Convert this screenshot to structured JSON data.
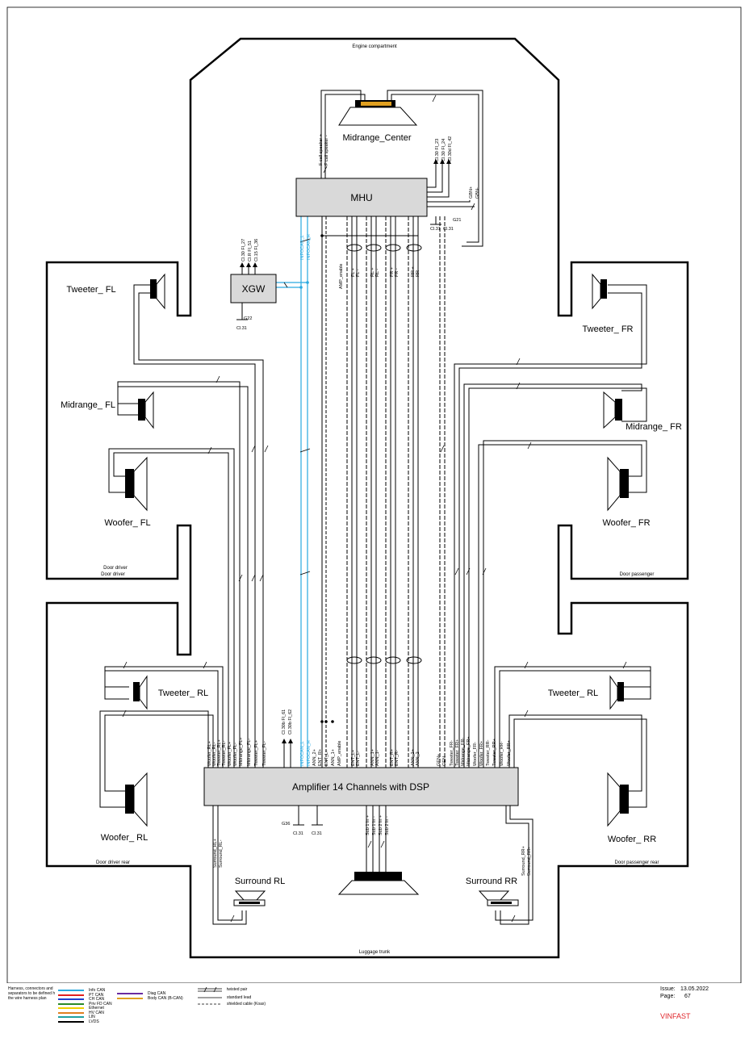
{
  "zones": {
    "engine": "Engine compartment",
    "trunk": "Luggage trunk",
    "door_driver": "Door driver",
    "door_driver_2": "Door driver",
    "door_passenger": "Door passenger",
    "door_driver_rear": "Door driver rear",
    "door_passenger_rear": "Door passenger rear"
  },
  "components": {
    "mhu": "MHU",
    "xgw": "XGW",
    "amplifier": "Amplifier 14 Channels with DSP",
    "midrange_center": "Midrange_Center",
    "tweeter_fl": "Tweeter_ FL",
    "midrange_fl": "Midrange_ FL",
    "woofer_fl": "Woofer_ FL",
    "tweeter_fr": "Tweeter_ FR",
    "midrange_fr": "Midrange_ FR",
    "woofer_fr": "Woofer_ FR",
    "tweeter_rl": "Tweeter_ RL",
    "woofer_rl": "Woofer_ RL",
    "tweeter_rr": "Tweeter_ RL",
    "woofer_rr": "Woofer_ RR",
    "surround_rl": "Surround RL",
    "surround_rr": "Surround RR"
  },
  "signals": {
    "fcall_pos": "F call speaker +",
    "fcall_neg": "F call speaker -",
    "mhu_power_1": "Cl.30 Fl_23",
    "mhu_power_2": "Cl.30 Fl_24",
    "mhu_power_3": "Cl.30d Fl_42",
    "gbn_pos": "GBN+",
    "gbn_neg": "GBN-",
    "g21": "G21",
    "cl31_a": "Cl.31",
    "cl31_b": "Cl.31",
    "xgw_p1": "Cl.30 Fl_27",
    "xgw_p2": "Cl.R Fl_51",
    "xgw_p3": "Cl.15 Fl_36",
    "g22": "G22",
    "cl31_xgw": "Cl.31",
    "infocan_l": "INFOCAN_L",
    "infocan_h": "INFOCAN_H",
    "amp_enable": "AMP_enable",
    "fl_pos": "FL +",
    "fl_neg": "FL -",
    "rl_pos": "RL +",
    "rl_neg": "RL -",
    "fr_pos": "FR +",
    "fr_neg": "FR -",
    "rr_pos": "RR +",
    "rr_neg": "RR -",
    "amp_p1": "Cl.30b Fl_61",
    "amp_p2": "Cl.30b Fl_62",
    "g36": "G36",
    "cl31_amp_a": "Cl.31",
    "cl31_amp_b": "Cl.31",
    "sub1_pos": "Sub 1 In +",
    "sub1_neg": "Sub 1 In -",
    "sub2_pos": "Sub 2 In +",
    "sub2_neg": "Sub 2 In -",
    "surround_rl_pos": "Surround_RL+",
    "surround_rl_neg": "Surround_RL-",
    "surround_rr_pos": "Surround_RR+",
    "surround_rr_neg": "Surround_RR-",
    "amp_left_pins": [
      "Woofer_RL+",
      "Woofer_RL-",
      "Tweeter_RL+",
      "Tweeter_RL-",
      "Woofer_FL+",
      "Woofer_FL-",
      "Midrange_FL+",
      "Midrange_FL-",
      "Tweeter_FL+",
      "Tweeter_FL-"
    ],
    "amp_mid_pins": [
      "INFOCAN_L",
      "INFOCAN_H",
      "ANN_2+",
      "ENT_R+",
      "ENT_L+",
      "ANN_1+",
      "AMP_enable"
    ],
    "amp_center_pins": [
      "ENT_L+",
      "ENT_L-",
      "ANN_1+",
      "ANN_1-",
      "ENT_R+",
      "ENT_R-",
      "ANN_2+",
      "ANN_2-"
    ],
    "amp_right_pins": [
      "GEN+",
      "GEN-",
      "Tweeter_FR-",
      "Tweeter_FR+",
      "Midrange_FR-",
      "Midrange_FR+",
      "Woofer_FR-",
      "Woofer_FR+",
      "Tweeter_RR-",
      "Tweeter_RR+",
      "Woofer_RR-",
      "Woofer_RR+"
    ]
  },
  "legend": {
    "note": "Harness, connectors and separators to be defined h the wire harness plan",
    "items": [
      {
        "label": "Info CAN",
        "color": "#29a9e0"
      },
      {
        "label": "PT CAN",
        "color": "#e02020"
      },
      {
        "label": "CH CAN",
        "color": "#2040d0"
      },
      {
        "label": "Priv FD CAN",
        "color": "#2a8a2a"
      },
      {
        "label": "Ethernet",
        "color": "#f0d000"
      },
      {
        "label": "HV CAN",
        "color": "#e08020"
      },
      {
        "label": "LIN",
        "color": "#20a0a0"
      },
      {
        "label": "LVDS",
        "color": "#000000"
      },
      {
        "label": "Diag CAN",
        "color": "#6a2aa0"
      },
      {
        "label": "Body CAN (B-CAN)",
        "color": "#e0a020"
      }
    ],
    "line_types": [
      {
        "label": "twisted pair"
      },
      {
        "label": "standard lead"
      },
      {
        "label": "shielded cable (Koax)"
      }
    ]
  },
  "meta": {
    "issue_label": "Issue:",
    "issue_date": "13.05.2022",
    "page_label": "Page:",
    "page_number": "67",
    "brand": "VINFAST",
    "brand_color": "#e0262b"
  }
}
